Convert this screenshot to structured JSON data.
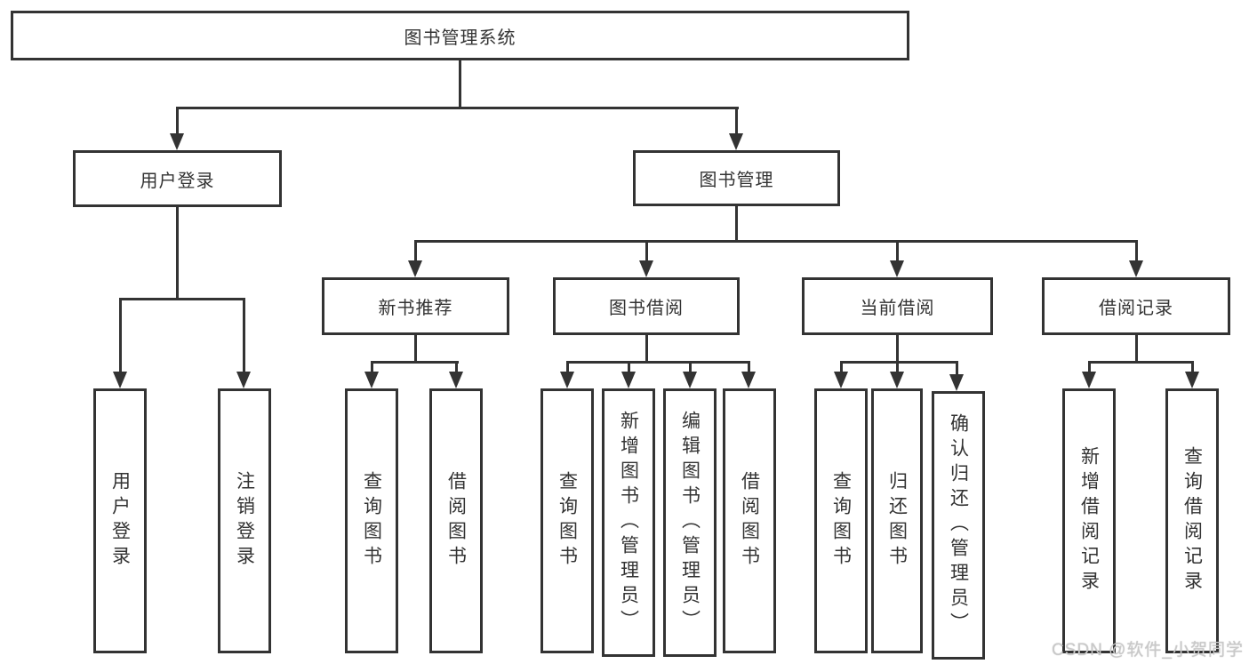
{
  "diagram": {
    "title": "图书管理系统",
    "branches": [
      {
        "label": "用户登录",
        "children": [
          "用户登录",
          "注销登录"
        ]
      },
      {
        "label": "图书管理",
        "subbranches": [
          {
            "label": "新书推荐",
            "children": [
              "查询图书",
              "借阅图书"
            ]
          },
          {
            "label": "图书借阅",
            "children": [
              "查询图书",
              "新增图书（管理员）",
              "编辑图书（管理员）",
              "借阅图书"
            ]
          },
          {
            "label": "当前借阅",
            "children": [
              "查询图书",
              "归还图书",
              "确认归还（管理员）"
            ]
          },
          {
            "label": "借阅记录",
            "children": [
              "新增借阅记录",
              "查询借阅记录"
            ]
          }
        ]
      }
    ]
  },
  "watermark": {
    "text": "CSDN @软件_小贺同学"
  },
  "colors": {
    "line": "#333333",
    "box_border": "#333333",
    "box_fill": "#ffffff",
    "text": "#333333",
    "watermark": "#c9c9c9",
    "background": "#ffffff"
  }
}
